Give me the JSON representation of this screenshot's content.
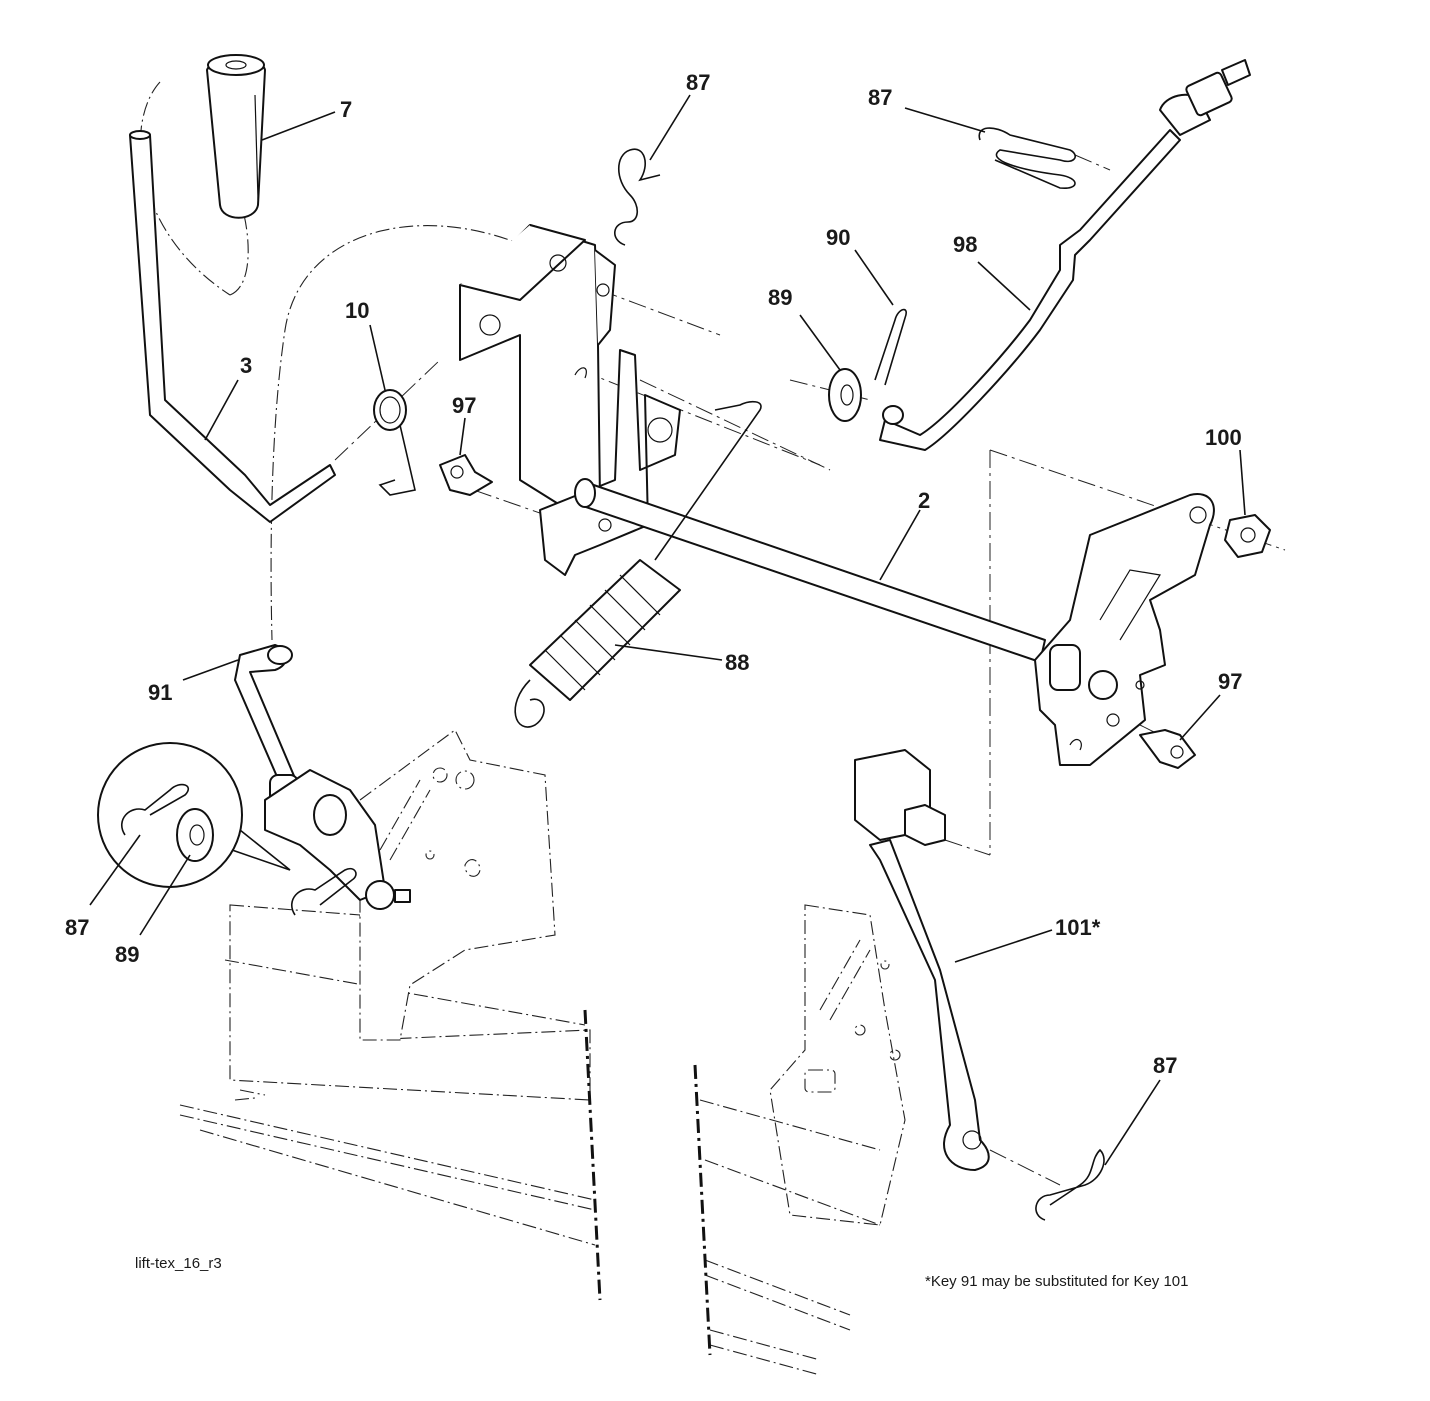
{
  "diagram": {
    "labels": {
      "k7": "7",
      "k87a": "87",
      "k87b": "87",
      "k10": "10",
      "k90": "90",
      "k98": "98",
      "k89a": "89",
      "k3": "3",
      "k97a": "97",
      "k100": "100",
      "k2": "2",
      "k91": "91",
      "k88": "88",
      "k97b": "97",
      "k87c": "87",
      "k89b": "89",
      "k101": "101*",
      "k87d": "87"
    },
    "drawing_id": "lift-tex_16_r3",
    "footnote": "*Key 91 may be substituted for Key 101"
  }
}
